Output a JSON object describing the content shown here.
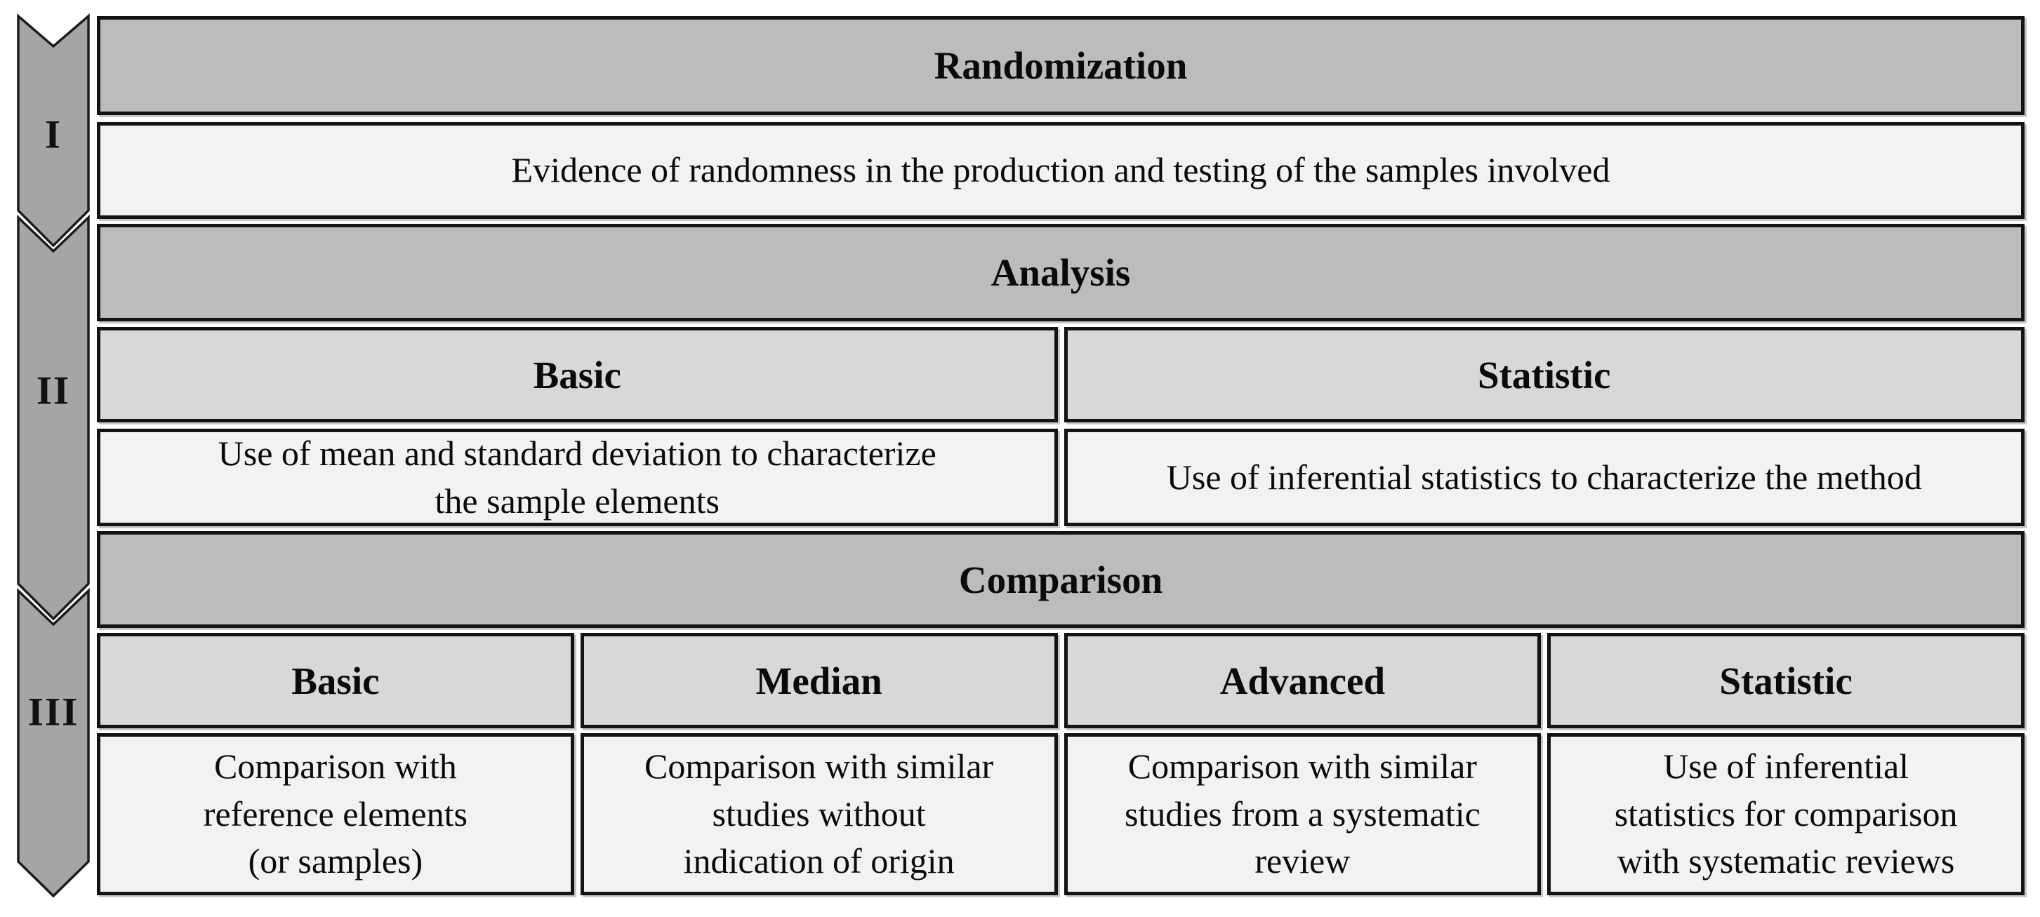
{
  "palette": {
    "arrow_fill": "#a5a5a5",
    "header_bg": "#bcbcbc",
    "subheader_bg": "#d8d8d8",
    "body_bg": "#f2f2f2",
    "border": "#131313",
    "background": "#ffffff"
  },
  "phase_markers": [
    {
      "label": "I"
    },
    {
      "label": "II"
    },
    {
      "label": "III"
    }
  ],
  "sections": {
    "randomization": {
      "header": "Randomization",
      "description": "Evidence of randomness in the production and testing of the samples involved"
    },
    "analysis": {
      "header": "Analysis",
      "columns": [
        {
          "title": "Basic",
          "description": "Use of mean and standard deviation to characterize\nthe sample elements"
        },
        {
          "title": "Statistic",
          "description": "Use of inferential statistics to characterize the method"
        }
      ]
    },
    "comparison": {
      "header": "Comparison",
      "columns": [
        {
          "title": "Basic",
          "description": "Comparison with\nreference elements\n(or samples)"
        },
        {
          "title": "Median",
          "description": "Comparison with similar\nstudies without\nindication of origin"
        },
        {
          "title": "Advanced",
          "description": "Comparison with similar\nstudies from a systematic\nreview"
        },
        {
          "title": "Statistic",
          "description": "Use of inferential\nstatistics for comparison\nwith systematic reviews"
        }
      ]
    }
  }
}
